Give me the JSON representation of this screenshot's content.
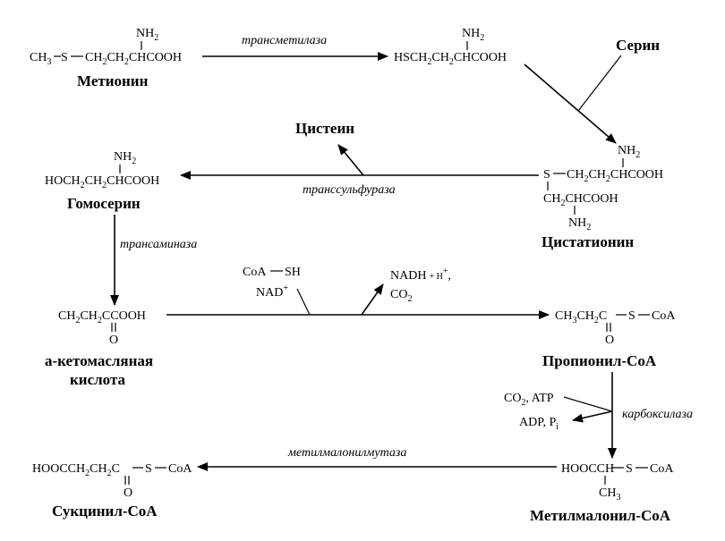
{
  "compounds": {
    "methionine": {
      "name": "Метионин",
      "nh2": "NH",
      "nh2_sub": "2",
      "formula_parts": [
        "CH",
        "3",
        "S",
        "CH",
        "2",
        "CH",
        "2",
        "CHCOOH"
      ]
    },
    "homocysteine": {
      "nh2": "NH",
      "nh2_sub": "2",
      "formula_parts": [
        "HSCH",
        "2",
        "CH",
        "2",
        "CHCOOH"
      ]
    },
    "serine": {
      "name": "Серин"
    },
    "cystathionine": {
      "name": "Цистатионин",
      "nh2_top": "NH",
      "nh2_top_sub": "2",
      "row1_parts": [
        "S",
        "CH",
        "2",
        "CH",
        "2",
        "CHCOOH"
      ],
      "row2_parts": [
        "CH",
        "2",
        "CHCOOH"
      ],
      "nh2_bottom": "NH",
      "nh2_bottom_sub": "2"
    },
    "cysteine": {
      "name": "Цистеин"
    },
    "homoserine": {
      "name": "Гомосерин",
      "nh2": "NH",
      "nh2_sub": "2",
      "formula_parts": [
        "HOCH",
        "2",
        "CH",
        "2",
        "CHCOOH"
      ]
    },
    "ketobutyrate": {
      "name_line1": "a-кетомасляная",
      "name_line2": "кислота",
      "formula_parts": [
        "CH",
        "2",
        "CH",
        "2",
        "CCOOH"
      ],
      "o": "O"
    },
    "propionyl_coa": {
      "name": "Пропионил-CoA",
      "formula_parts": [
        "CH",
        "3",
        "CH",
        "2",
        "C",
        "S",
        "CoA"
      ],
      "o": "O"
    },
    "methylmalonyl_coa": {
      "name": "Метилмалонил-CoA",
      "formula_parts": [
        "HOOCCH",
        "S",
        "CoA"
      ],
      "ch3": "CH",
      "ch3_sub": "3"
    },
    "succinyl_coa": {
      "name": "Сукцинил-CoA",
      "formula_parts": [
        "HOOCCH",
        "2",
        "CH",
        "2",
        "C",
        "S",
        "CoA"
      ],
      "o": "O"
    }
  },
  "enzymes": {
    "transmethylase": "трансметилаза",
    "transsulfurase": "транссульфураза",
    "transaminase": "трансаминаза",
    "carboxylase": "карбоксилаза",
    "methylmalonylmutase": "метилмалонилмутаза"
  },
  "cofactors": {
    "coa_sh": "CoA",
    "coa_sh_b": "SH",
    "nad": "NAD",
    "nad_sup": "+",
    "nadh": "NADH",
    "nadh_plus": "+ H",
    "nadh_sup": "+",
    "nadh_comma": ",",
    "co2_a": "CO",
    "co2_a_sub": "2",
    "co2_atp_a": "CO",
    "co2_atp_sub": "2",
    "co2_atp_b": ", ATP",
    "adp_pi_a": "ADP, P",
    "adp_pi_sub": "i"
  }
}
